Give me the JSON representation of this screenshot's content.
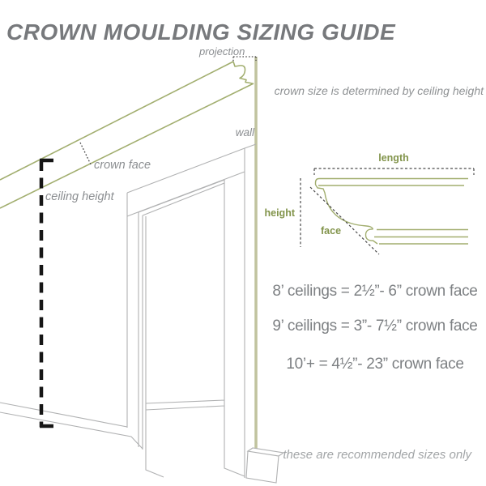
{
  "title": "CROWN MOULDING SIZING GUIDE",
  "note": "crown size is determined by ceiling height",
  "main_diagram": {
    "labels": {
      "projection": "projection",
      "wall": "wall",
      "crown_face": "crown face",
      "ceiling_height": "ceiling height"
    }
  },
  "profile_diagram": {
    "labels": {
      "length": "length",
      "height": "height",
      "face": "face"
    }
  },
  "sizing_rules": [
    "8’ ceilings = 2½”- 6” crown face",
    "9’ ceilings = 3”- 7½” crown face",
    "10’+ = 4½”- 23” crown face"
  ],
  "footer": "these are recommended sizes only",
  "colors": {
    "title_text": "#77797c",
    "gray_label_text": "#8b8e91",
    "sizing_text": "#7d8083",
    "footer_text": "#a2a5a7",
    "olive_line": "#a2ae6f",
    "olive_label_text": "#82944b",
    "wall_line": "#c0c39e",
    "frame_line": "#b0b1b2",
    "dimension_black": "#161616"
  }
}
